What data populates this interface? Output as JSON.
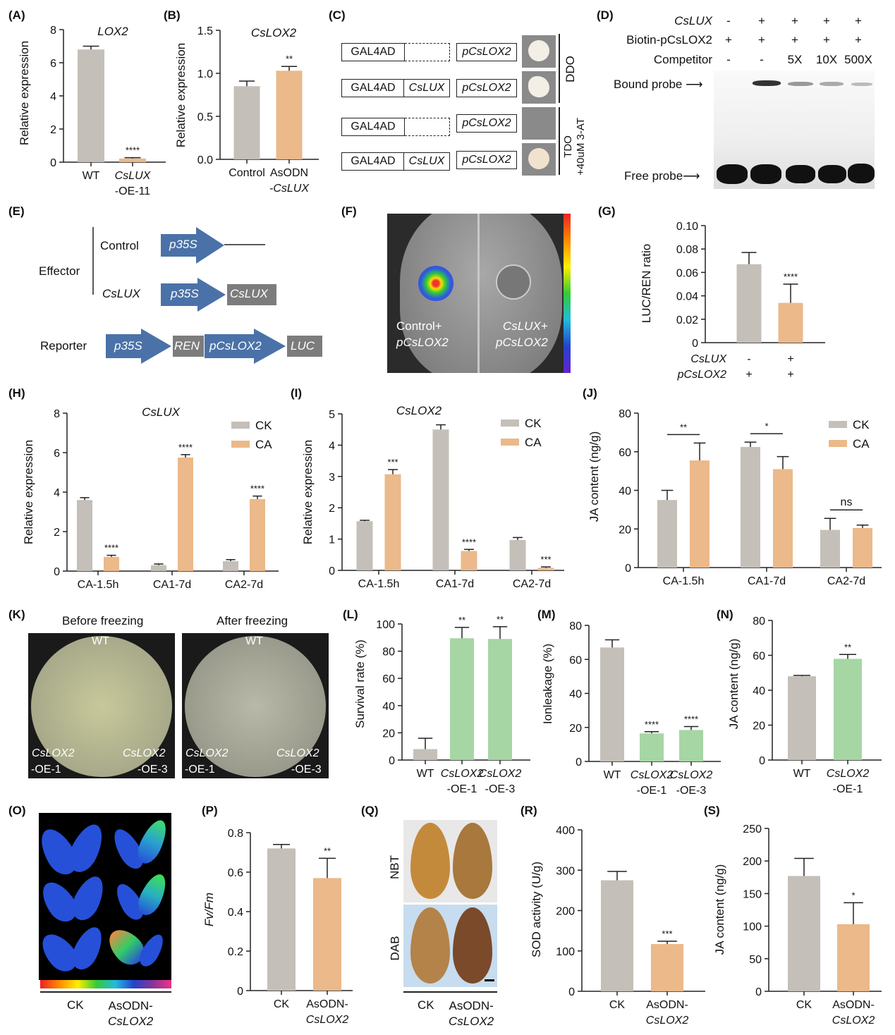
{
  "panel_labels": [
    "(A)",
    "(B)",
    "(C)",
    "(D)",
    "(E)",
    "(F)",
    "(G)",
    "(H)",
    "(I)",
    "(J)",
    "(K)",
    "(L)",
    "(M)",
    "(N)",
    "(O)",
    "(P)",
    "(Q)",
    "(R)",
    "(S)"
  ],
  "panel_c": {
    "rows": [
      {
        "ad": "GAL4AD",
        "prey": "",
        "bait": "pCsLOX2"
      },
      {
        "ad": "GAL4AD",
        "prey": "CsLUX",
        "bait": "pCsLOX2"
      },
      {
        "ad": "GAL4AD",
        "prey": "",
        "bait": "pCsLOX2"
      },
      {
        "ad": "GAL4AD",
        "prey": "CsLUX",
        "bait": "pCsLOX2"
      }
    ],
    "ddo": "DDO",
    "tdo": "TDO",
    "tdo_sub": "+40uM 3-AT"
  },
  "panel_d": {
    "rows": [
      {
        "label": "CsLUX",
        "values": [
          "-",
          "+",
          "+",
          "+",
          "+"
        ]
      },
      {
        "label": "Biotin-pCsLOX2",
        "values": [
          "+",
          "+",
          "+",
          "+",
          "+"
        ]
      },
      {
        "label": "Competitor",
        "values": [
          "-",
          "-",
          "5X",
          "10X",
          "500X"
        ]
      }
    ],
    "bound_probe": "Bound probe",
    "free_probe": "Free probe"
  },
  "panel_e": {
    "control": "Control",
    "effector": "Effector",
    "csl ux": "",
    "csllux_label": "CsLUX",
    "reporter": "Reporter",
    "p35s": "p35S",
    "csllux_box": "CsLUX",
    "ren": "REN",
    "pcslox2": "pCsLOX2",
    "luc": "LUC"
  },
  "panel_f": {
    "left_1": "Control+",
    "left_2": "pCsLOX2",
    "right_1": "CsLUX+",
    "right_2": "pCsLOX2"
  },
  "panel_k": {
    "before": "Before freezing",
    "after": "After freezing",
    "wt": "WT",
    "oe": "CsLOX2",
    "oe1": "-OE-1",
    "oe3": "-OE-3"
  },
  "panel_o": {
    "ck": "CK",
    "asodn": "AsODN-",
    "gene": "CsLOX2"
  },
  "panel_q": {
    "nbt": "NBT",
    "dab": "DAB",
    "ck": "CK",
    "asodn": "AsODN-",
    "gene": "CsLOX2"
  },
  "colors": {
    "gray": "#c4bfb8",
    "orange": "#ebb98a",
    "green": "#a6d6a4",
    "promoter_blue": "#4a72a8",
    "box_gray": "#7c7c7c"
  },
  "chart_data": [
    {
      "id": "A",
      "type": "bar",
      "title": "LOX2",
      "ylabel": "Relative expression",
      "ylim": [
        0,
        8
      ],
      "yticks": [
        "0",
        "2",
        "4",
        "6",
        "8"
      ],
      "categories": [
        [
          "WT"
        ],
        [
          "CsLUX",
          "-OE-11"
        ]
      ],
      "series": [
        {
          "name": "",
          "colors": [
            "#c4bfb8",
            "#ebb98a"
          ],
          "values": [
            6.8,
            0.22
          ],
          "errors": [
            0.2,
            0.05
          ],
          "sig": [
            "",
            "****"
          ]
        }
      ]
    },
    {
      "id": "B",
      "type": "bar",
      "title": "CsLOX2",
      "ylabel": "Relative expression",
      "ylim": [
        0,
        1.5
      ],
      "yticks": [
        "0.0",
        "0.5",
        "1.0",
        "1.5"
      ],
      "categories": [
        [
          "Control"
        ],
        [
          "AsODN",
          "-CsLUX"
        ]
      ],
      "series": [
        {
          "name": "",
          "colors": [
            "#c4bfb8",
            "#ebb98a"
          ],
          "values": [
            0.85,
            1.03
          ],
          "errors": [
            0.06,
            0.05
          ],
          "sig": [
            "",
            "**"
          ]
        }
      ]
    },
    {
      "id": "G",
      "type": "bar",
      "title": "",
      "ylabel": "LUC/REN ratio",
      "ylim": [
        0,
        0.1
      ],
      "yticks": [
        "0",
        "0.02",
        "0.04",
        "0.06",
        "0.08",
        "0.10"
      ],
      "categories": [],
      "x_table": [
        {
          "label": "CsLUX",
          "values": [
            "-",
            "+"
          ]
        },
        {
          "label": "pCsLOX2",
          "values": [
            "+",
            "+"
          ]
        }
      ],
      "series": [
        {
          "name": "",
          "colors": [
            "#c4bfb8",
            "#ebb98a"
          ],
          "values": [
            0.067,
            0.034
          ],
          "errors": [
            0.01,
            0.016
          ],
          "sig": [
            "",
            "****"
          ]
        }
      ]
    },
    {
      "id": "H",
      "type": "bar",
      "title": "CsLUX",
      "ylabel": "Relative expression",
      "ylim": [
        0,
        8
      ],
      "yticks": [
        "0",
        "2",
        "4",
        "6",
        "8"
      ],
      "categories": [
        [
          "CA-1.5h"
        ],
        [
          "CA1-7d"
        ],
        [
          "CA2-7d"
        ]
      ],
      "series": [
        {
          "name": "CK",
          "colors": [
            "#c4bfb8"
          ],
          "values": [
            3.6,
            0.3,
            0.5
          ],
          "errors": [
            0.12,
            0.06,
            0.08
          ],
          "sig": [
            "",
            "",
            ""
          ]
        },
        {
          "name": "CA",
          "colors": [
            "#ebb98a"
          ],
          "values": [
            0.72,
            5.75,
            3.65
          ],
          "errors": [
            0.08,
            0.15,
            0.15
          ],
          "sig": [
            "****",
            "****",
            "****"
          ]
        }
      ]
    },
    {
      "id": "I",
      "type": "bar",
      "title": "CsLOX2",
      "ylabel": "Relative expression",
      "ylim": [
        0,
        5
      ],
      "yticks": [
        "0",
        "1",
        "2",
        "3",
        "4",
        "5"
      ],
      "categories": [
        [
          "CA-1.5h"
        ],
        [
          "CA1-7d"
        ],
        [
          "CA2-7d"
        ]
      ],
      "series": [
        {
          "name": "CK",
          "colors": [
            "#c4bfb8"
          ],
          "values": [
            1.57,
            4.5,
            0.97
          ],
          "errors": [
            0.03,
            0.15,
            0.08
          ],
          "sig": [
            "",
            "",
            ""
          ]
        },
        {
          "name": "CA",
          "colors": [
            "#ebb98a"
          ],
          "values": [
            3.07,
            0.62,
            0.08
          ],
          "errors": [
            0.15,
            0.05,
            0.03
          ],
          "sig": [
            "***",
            "****",
            "***"
          ]
        }
      ]
    },
    {
      "id": "J",
      "type": "bar",
      "title": "",
      "ylabel": "JA content (ng/g)",
      "ylim": [
        0,
        80
      ],
      "yticks": [
        "0",
        "20",
        "40",
        "60",
        "80"
      ],
      "categories": [
        [
          "CA-1.5h"
        ],
        [
          "CA1-7d"
        ],
        [
          "CA2-7d"
        ]
      ],
      "series": [
        {
          "name": "CK",
          "colors": [
            "#c4bfb8"
          ],
          "values": [
            35,
            62.5,
            19.5
          ],
          "errors": [
            5,
            2.5,
            6
          ],
          "sig": [
            "",
            "",
            ""
          ]
        },
        {
          "name": "CA",
          "colors": [
            "#ebb98a"
          ],
          "values": [
            55.5,
            51,
            20.5
          ],
          "errors": [
            9,
            6.5,
            1.5
          ],
          "sig": [
            "",
            "",
            ""
          ]
        }
      ],
      "brackets": [
        "**",
        "*",
        "ns"
      ]
    },
    {
      "id": "L",
      "type": "bar",
      "title": "",
      "ylabel": "Survival rate (%)",
      "ylim": [
        0,
        100
      ],
      "yticks": [
        "0",
        "20",
        "40",
        "60",
        "80",
        "100"
      ],
      "categories": [
        [
          "WT"
        ],
        [
          "CsLOX2",
          "-OE-1"
        ],
        [
          "CsLOX2",
          "-OE-3"
        ]
      ],
      "series": [
        {
          "name": "",
          "colors": [
            "#c4bfb8",
            "#a6d6a4",
            "#a6d6a4"
          ],
          "values": [
            8,
            89.5,
            89
          ],
          "errors": [
            8,
            8,
            9
          ],
          "sig": [
            "",
            "**",
            "**"
          ]
        }
      ]
    },
    {
      "id": "M",
      "type": "bar",
      "title": "",
      "ylabel": "Ionleakage (%)",
      "ylim": [
        0,
        80
      ],
      "yticks": [
        "0",
        "20",
        "40",
        "60",
        "80"
      ],
      "categories": [
        [
          "WT"
        ],
        [
          "CsLOX2",
          "-OE-1"
        ],
        [
          "CsLOX2",
          "-OE-3"
        ]
      ],
      "series": [
        {
          "name": "",
          "colors": [
            "#c4bfb8",
            "#a6d6a4",
            "#a6d6a4"
          ],
          "values": [
            67,
            16.5,
            18.5
          ],
          "errors": [
            4.5,
            1,
            2
          ],
          "sig": [
            "",
            "****",
            "****"
          ]
        }
      ]
    },
    {
      "id": "N",
      "type": "bar",
      "title": "",
      "ylabel": "JA content (ng/g)",
      "ylim": [
        0,
        80
      ],
      "yticks": [
        "0",
        "20",
        "40",
        "60",
        "80"
      ],
      "categories": [
        [
          "WT"
        ],
        [
          "CsLOX2",
          "-OE-1"
        ]
      ],
      "series": [
        {
          "name": "",
          "colors": [
            "#c4bfb8",
            "#a6d6a4"
          ],
          "values": [
            48,
            58
          ],
          "errors": [
            0.5,
            2.5
          ],
          "sig": [
            "",
            "**"
          ]
        }
      ]
    },
    {
      "id": "P",
      "type": "bar",
      "title": "",
      "ylabel": "Fv/Fm",
      "ylim": [
        0,
        0.8
      ],
      "yticks": [
        "0",
        "0.2",
        "0.4",
        "0.6",
        "0.8"
      ],
      "categories": [
        [
          "CK"
        ],
        [
          "AsODN-",
          "CsLOX2"
        ]
      ],
      "series": [
        {
          "name": "",
          "colors": [
            "#c4bfb8",
            "#ebb98a"
          ],
          "values": [
            0.72,
            0.57
          ],
          "errors": [
            0.02,
            0.1
          ],
          "sig": [
            "",
            "**"
          ]
        }
      ]
    },
    {
      "id": "R",
      "type": "bar",
      "title": "",
      "ylabel": "SOD activity (U/g)",
      "ylim": [
        0,
        400
      ],
      "yticks": [
        "0",
        "100",
        "200",
        "300",
        "400"
      ],
      "categories": [
        [
          "CK"
        ],
        [
          "AsODN-",
          "CsLOX2"
        ]
      ],
      "series": [
        {
          "name": "",
          "colors": [
            "#c4bfb8",
            "#ebb98a"
          ],
          "values": [
            275,
            117
          ],
          "errors": [
            22,
            7
          ],
          "sig": [
            "",
            "***"
          ]
        }
      ]
    },
    {
      "id": "S",
      "type": "bar",
      "title": "",
      "ylabel": "JA content (ng/g)",
      "ylim": [
        0,
        250
      ],
      "yticks": [
        "0",
        "50",
        "100",
        "150",
        "200",
        "250"
      ],
      "categories": [
        [
          "CK"
        ],
        [
          "AsODN-",
          "CsLOX2"
        ]
      ],
      "series": [
        {
          "name": "",
          "colors": [
            "#c4bfb8",
            "#ebb98a"
          ],
          "values": [
            177,
            103
          ],
          "errors": [
            27,
            33
          ],
          "sig": [
            "",
            "*"
          ]
        }
      ]
    }
  ]
}
